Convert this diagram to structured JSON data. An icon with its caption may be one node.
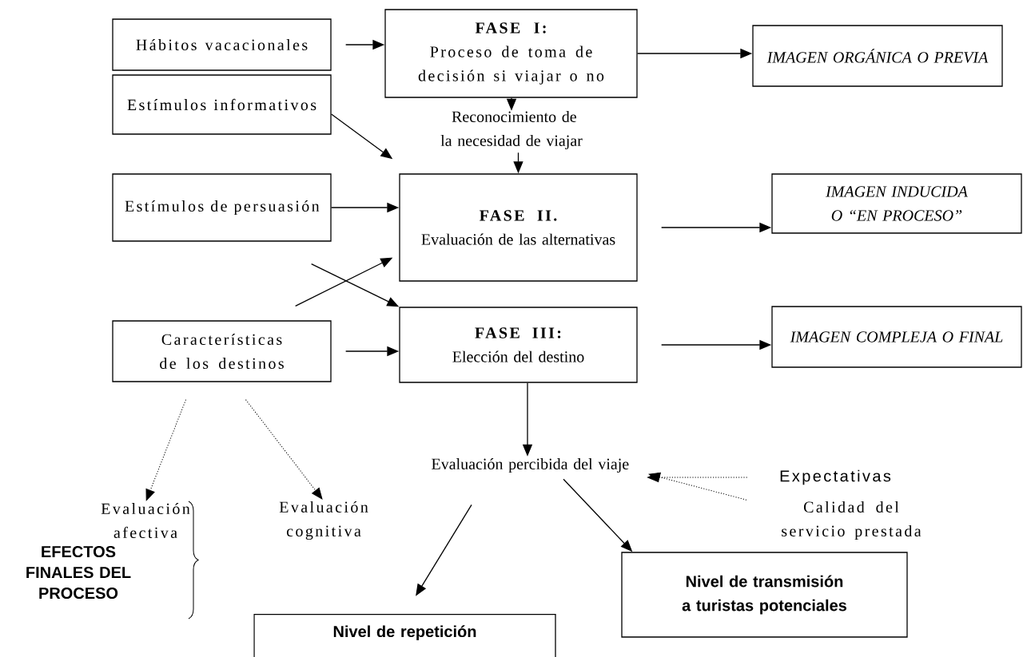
{
  "diagram": {
    "nodes": [
      {
        "text": [
          "Hábitos vacacionales"
        ]
      },
      {
        "text": [
          "Estímulos informativos"
        ]
      },
      {
        "text": [
          "FASE I:",
          "Proceso de toma de decisión si viajar o no"
        ]
      },
      {
        "text": [
          "IMAGEN ORGÁNICA O PREVIA"
        ]
      },
      {
        "text": [
          "Reconocimiento de la necesidad de viajar"
        ]
      },
      {
        "text": [
          "Estímulos de persuasión"
        ]
      },
      {
        "text": [
          "FASE II.",
          "Evaluación de las alternativas"
        ]
      },
      {
        "text": [
          "IMAGEN INDUCIDA O “EN PROCESO”"
        ]
      },
      {
        "text": [
          "Características de los destinos"
        ]
      },
      {
        "text": [
          "FASE III:",
          "Elección del destino"
        ]
      },
      {
        "text": [
          "IMAGEN COMPLEJA O FINAL"
        ]
      },
      {
        "text": [
          "Evaluación percibida del viaje"
        ]
      },
      {
        "text": [
          "Expectativas"
        ]
      },
      {
        "text": [
          "Calidad del servicio prestada"
        ]
      },
      {
        "text": [
          "Evaluación afectiva"
        ]
      },
      {
        "text": [
          "Evaluación cognitiva"
        ]
      },
      {
        "text": [
          "Nivel de transmisión a turistas potenciales"
        ]
      },
      {
        "text": [
          "Nivel de repetición"
        ]
      }
    ],
    "edges": [
      {
        "from": 0,
        "to": 2,
        "arrow": "to"
      },
      {
        "from": 2,
        "to": 3,
        "arrow": "to"
      },
      {
        "from": 2,
        "to": 4,
        "arrow": "to"
      },
      {
        "from": 1,
        "to": 6,
        "arrow": "to"
      },
      {
        "from": 4,
        "to": 6,
        "arrow": "to"
      },
      {
        "from": 5,
        "to": 6,
        "arrow": "to"
      },
      {
        "from": 6,
        "to": 7,
        "arrow": "to"
      },
      {
        "from": 5,
        "to": 9,
        "arrow": "to"
      },
      {
        "from": 8,
        "to": 6,
        "arrow": "to"
      },
      {
        "from": 8,
        "to": 9,
        "arrow": "to"
      },
      {
        "from": 9,
        "to": 10,
        "arrow": "to"
      },
      {
        "from": 9,
        "to": 11,
        "arrow": "to"
      },
      {
        "from": 12,
        "to": 11,
        "arrow": "to",
        "style": "dashed"
      },
      {
        "from": 13,
        "to": 11,
        "arrow": "to",
        "style": "dashed"
      },
      {
        "from": 8,
        "to": 14,
        "arrow": "to",
        "style": "dashed"
      },
      {
        "from": 8,
        "to": 15,
        "arrow": "to",
        "style": "dashed"
      },
      {
        "from": 11,
        "to": 17,
        "arrow": "to"
      },
      {
        "from": 11,
        "to": 16,
        "arrow": "to"
      }
    ],
    "labels": [
      "EFECTOS FINALES DEL PROCESO"
    ]
  }
}
